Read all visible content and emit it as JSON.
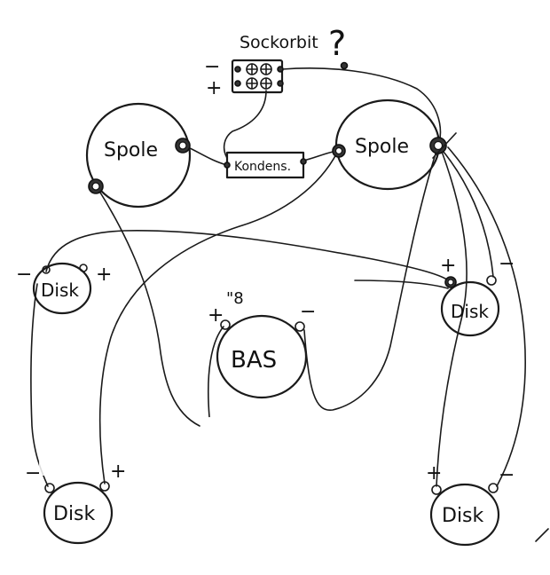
{
  "diagram": {
    "socket": {
      "label": "Sockorbit",
      "query": "?",
      "minus": "−",
      "plus": "+"
    },
    "capacitor": {
      "label": "Kondens."
    },
    "coils": [
      {
        "label": "Spole"
      },
      {
        "label": "Spole"
      }
    ],
    "bass": {
      "label": "BAS",
      "size": "\"8",
      "plus": "+",
      "minus": "−"
    },
    "speakers": [
      {
        "label": "Disk",
        "minus": "−",
        "plus": "+"
      },
      {
        "label": "Disk",
        "plus": "+",
        "minus": "−"
      },
      {
        "label": "Disk",
        "minus": "−",
        "plus": "+"
      },
      {
        "label": "Disk",
        "plus": "+",
        "minus": "−"
      }
    ]
  }
}
